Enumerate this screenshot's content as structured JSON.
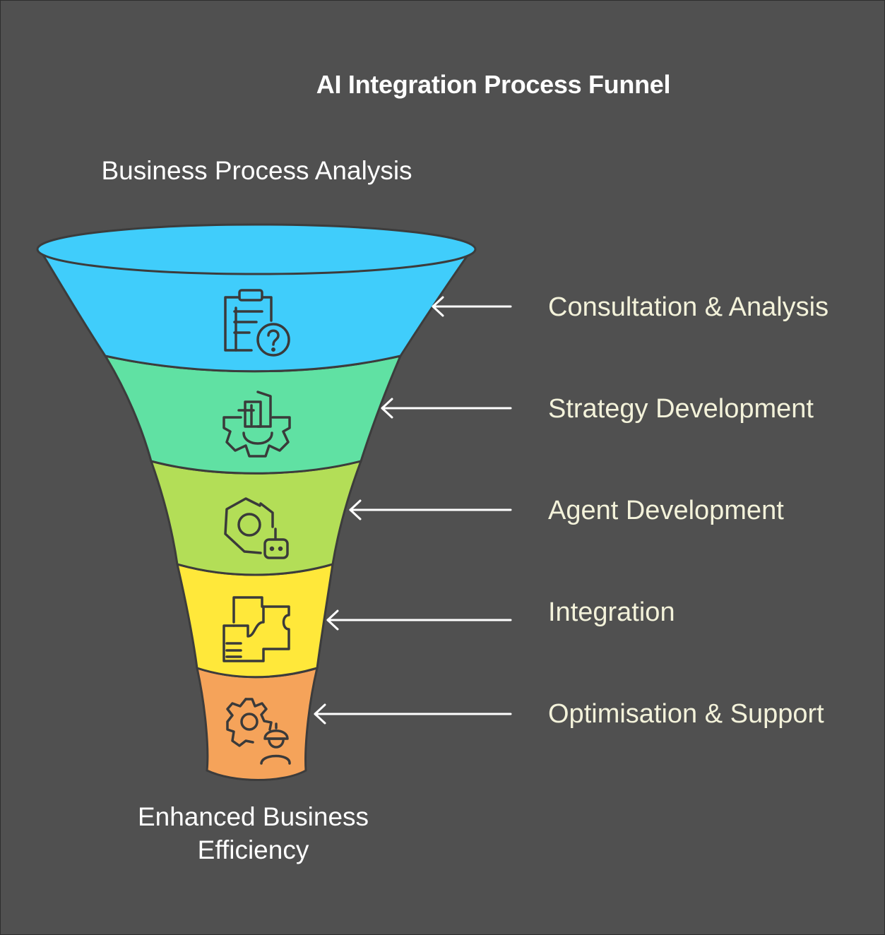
{
  "title": "AI Integration Process Funnel",
  "top_label": "Business Process Analysis",
  "bottom_label": [
    "Enhanced Business",
    "Efficiency"
  ],
  "stages": [
    {
      "label": "Consultation & Analysis",
      "color": "#40cdfb",
      "icon": "clipboard-question-icon"
    },
    {
      "label": "Strategy Development",
      "color": "#60e1a3",
      "icon": "gear-building-icon"
    },
    {
      "label": "Agent Development",
      "color": "#b3de57",
      "icon": "hexagon-robot-icon"
    },
    {
      "label": "Integration",
      "color": "#ffe83a",
      "icon": "puzzle-document-icon"
    },
    {
      "label": "Optimisation & Support",
      "color": "#f5a35a",
      "icon": "gear-worker-icon"
    }
  ],
  "colors": {
    "background": "#505050",
    "outline": "#3c3c3c",
    "text": "#ffffff",
    "stage_text": "#f3f2da"
  }
}
